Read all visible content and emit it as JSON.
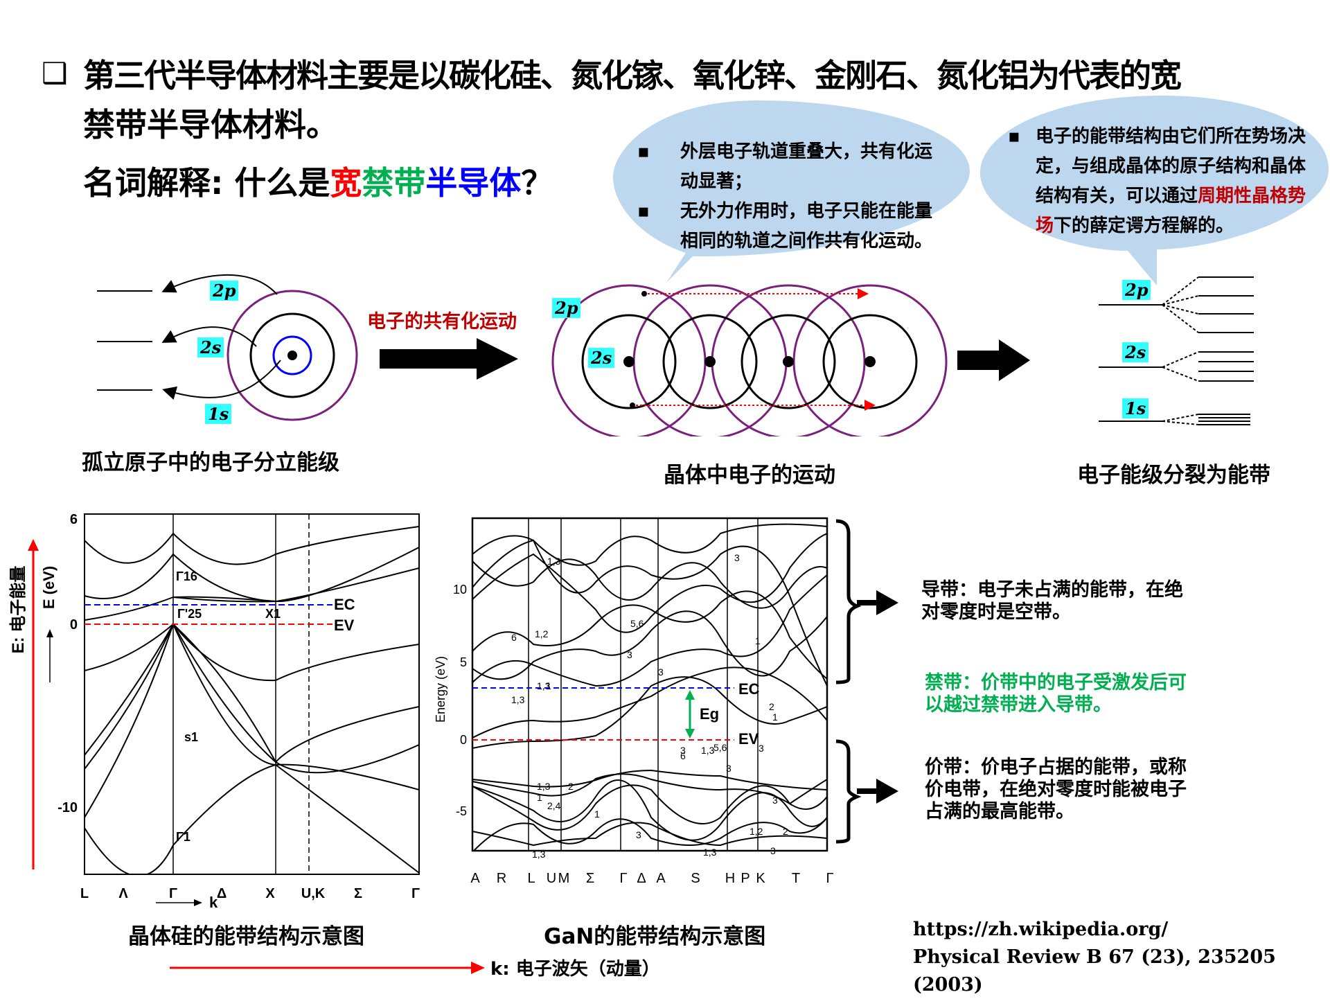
{
  "header": {
    "bullet": "❑",
    "line1": "第三代半导体材料主要是以碳化硅、氮化镓、氧化锌、金刚石、氮化铝为代表的宽",
    "line2": "禁带半导体材料。",
    "q_prefix": "名词解释: 什么是",
    "q_wide": "宽",
    "q_band": "禁带",
    "q_semi": "半导体",
    "q_mark": "？"
  },
  "bubble_left": [
    "外层电子轨道重叠大，共有化运动显著；",
    "无外力作用时，电子只能在能量相同的轨道之间作共有化运动。"
  ],
  "bubble_right": {
    "pre": "电子的能带结构由它们所在势场决定，与组成晶体的原子结构和晶体结构有关，可以通过",
    "highlight": "周期性晶格势场",
    "post": "下的薛定谔方程解的。"
  },
  "atom": {
    "caption": "孤立原子中的电子分立能级",
    "labels": [
      "2p",
      "2s",
      "1s"
    ]
  },
  "arrow_label": "电子的共有化运动",
  "crystal": {
    "caption": "晶体中电子的运动",
    "labels": [
      "2p",
      "2s"
    ]
  },
  "bands": {
    "caption": "电子能级分裂为能带",
    "labels": [
      "2p",
      "2s",
      "1s"
    ]
  },
  "si_plot": {
    "caption": "晶体硅的能带结构示意图",
    "y_axis_outer": "E: 电子能量",
    "y_axis_inner": "E (eV)",
    "y_ticks": [
      "6",
      "0",
      "-10"
    ],
    "x_ticks": [
      "L",
      "Λ",
      "Γ",
      "Δ",
      "X",
      "U,K",
      "Σ",
      "Γ"
    ],
    "x_axis": "k",
    "labels": {
      "g16": "Γ16",
      "g25": "Γ'25",
      "x1": "X1",
      "s1": "s1",
      "g1": "Γ1",
      "ec": "EC",
      "ev": "EV"
    }
  },
  "gan_plot": {
    "caption": "GaN的能带结构示意图",
    "y_label": "Energy (eV)",
    "y_ticks": [
      "10",
      "5",
      "0",
      "-5"
    ],
    "x_ticks": [
      "A",
      "R",
      "L",
      "U",
      "M",
      "Σ",
      "Γ",
      "Δ",
      "A",
      "S",
      "H",
      "P",
      "K",
      "T",
      "Γ"
    ],
    "ec": "EC",
    "ev": "EV",
    "eg": "Eg",
    "band_labels": [
      "1,3",
      "3",
      "6",
      "5,6",
      "1,2",
      "1,3",
      "3",
      "2",
      "1,3",
      "3",
      "1",
      "1",
      "1,3",
      "3",
      "1",
      "3",
      "1,3",
      "6",
      "5,6",
      "2,4",
      "2",
      "3",
      "3",
      "1,3",
      "1,2",
      "2",
      "3",
      "1,3",
      "1",
      "1",
      "3"
    ]
  },
  "notes": {
    "conduction": "导带：电子未占满的能带，在绝对零度时是空带。",
    "forbidden": "禁带：价带中的电子受激发后可以越过禁带进入导带。",
    "valence": "价带：价电子占据的能带，或称价电带，在绝对零度时能被电子占满的最高能带。"
  },
  "k_axis": "k: 电子波矢（动量）",
  "refs": [
    "https://zh.wikipedia.org/",
    "Physical Review B 67 (23), 235205 (2003)"
  ],
  "colors": {
    "red": "#ff0000",
    "green": "#00b050",
    "blue": "#0000ff",
    "crimson": "#c00000",
    "bubble": "#bdd7ee",
    "purple": "#7b1f7b"
  }
}
